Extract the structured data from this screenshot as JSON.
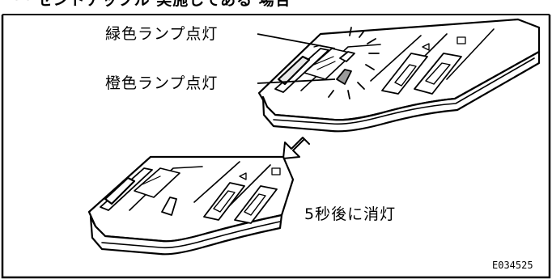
{
  "heading_partial": "ー セントナップル 実施してある 場合",
  "labels": {
    "green_lamp": "緑色ランプ点灯",
    "orange_lamp": "橙色ランプ点灯",
    "off_after": "5秒後に消灯"
  },
  "figure_code": "E034525"
}
